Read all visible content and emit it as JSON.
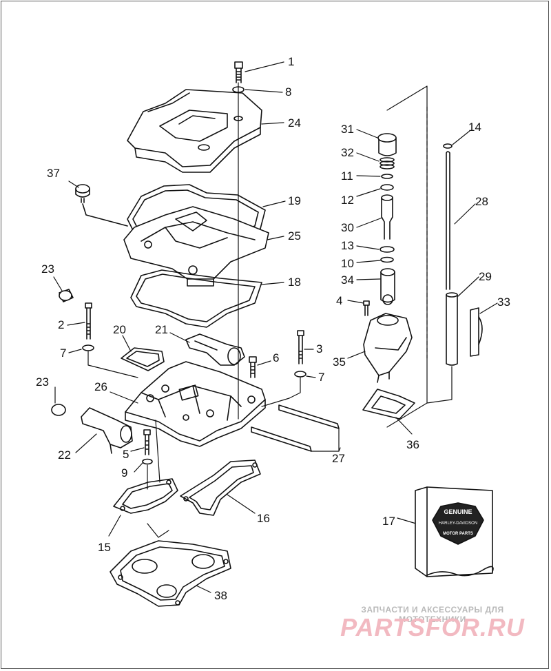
{
  "part_numbers": {
    "n1": "1",
    "n2": "2",
    "n3": "3",
    "n4": "4",
    "n5": "5",
    "n6": "6",
    "n7a": "7",
    "n7b": "7",
    "n8": "8",
    "n9": "9",
    "n10": "10",
    "n11": "11",
    "n12": "12",
    "n13": "13",
    "n14": "14",
    "n15": "15",
    "n16": "16",
    "n17": "17",
    "n18": "18",
    "n19": "19",
    "n20": "20",
    "n21": "21",
    "n22": "22",
    "n23a": "23",
    "n23b": "23",
    "n24": "24",
    "n25": "25",
    "n26": "26",
    "n27": "27",
    "n28": "28",
    "n29": "29",
    "n30": "30",
    "n31": "31",
    "n32": "32",
    "n33": "33",
    "n34": "34",
    "n35": "35",
    "n36": "36",
    "n37": "37",
    "n38": "38"
  },
  "box_label": {
    "line1": "GENUINE",
    "line2": "HARLEY-DAVIDSON",
    "line3": "MOTOR PARTS"
  },
  "watermark": {
    "tagline": "ЗАПЧАСТИ И АКСЕССУАРЫ ДЛЯ МОТОТЕХНИКИ",
    "logo": "PARTSFOR.RU"
  },
  "colors": {
    "line": "#111111",
    "watermark_logo": "#f2b9c1",
    "watermark_text": "#b9b9b9"
  }
}
